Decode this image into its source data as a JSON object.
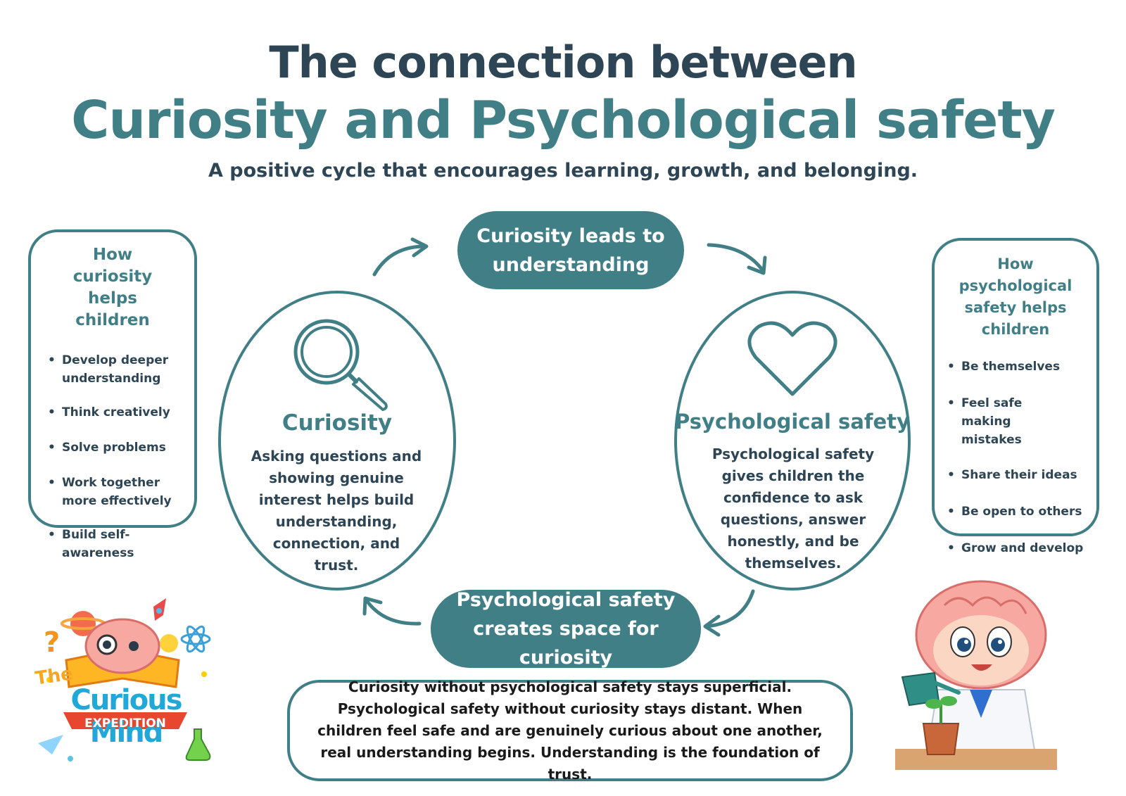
{
  "header": {
    "title_line1": "The connection between",
    "title_line2": "Curiosity and Psychological safety",
    "subtitle": "A positive cycle that encourages learning, growth, and belonging."
  },
  "left_box": {
    "title": "How curiosity helps children",
    "items": [
      "Develop deeper understanding",
      "Think creatively",
      "Solve problems",
      "Work together more effectively",
      "Build self-awareness"
    ]
  },
  "right_box": {
    "title": "How psychological safety helps children",
    "items": [
      "Be themselves",
      "Feel safe making mistakes",
      "Share their ideas",
      "Be open to others",
      "Grow and develop"
    ]
  },
  "cycle": {
    "top_pill": "Curiosity leads to understanding",
    "bottom_pill": "Psychological safety creates space for curiosity",
    "left_oval": {
      "icon": "magnifying-glass-icon",
      "title": "Curiosity",
      "text": "Asking questions and showing genuine interest helps build understanding, connection, and trust."
    },
    "right_oval": {
      "icon": "heart-icon",
      "title": "Psychological safety",
      "text": "Psychological safety gives children the confidence to ask questions, answer honestly, and be themselves."
    }
  },
  "footer_note": "Curiosity without psychological safety stays superficial. Psychological safety without curiosity stays distant. When children feel safe and are genuinely curious about one another, real understanding begins. Understanding is the foundation of trust.",
  "logo": {
    "line1": "The",
    "line2": "Curious Mind",
    "line3": "EXPEDITION"
  },
  "colors": {
    "teal": "#417f86",
    "navy": "#2d4554"
  }
}
